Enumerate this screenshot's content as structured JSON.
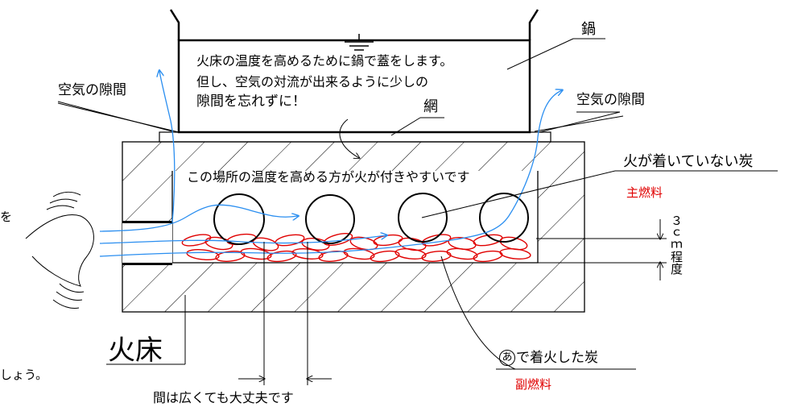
{
  "labels": {
    "pot": "鍋",
    "pot_text_line1": "火床の温度を高めるために鍋で蓋をします。",
    "pot_text_line2": "但し、空気の対流が出来るように少しの",
    "pot_text_line3": "隙間を忘れずに！",
    "air_gap_left": "空気の隙間",
    "air_gap_right": "空気の隙間",
    "net": "網",
    "inside_text": "この場所の温度を高める方が火が付きやすいです",
    "unlit_charcoal": "火が着いていない炭",
    "main_fuel": "主燃料",
    "fire_bed": "火床",
    "ignited_circle": "あ",
    "ignited_charcoal": "で着火した炭",
    "sub_fuel": "副燃料",
    "gap_ok": "間は広くても大丈夫です",
    "height_note": "３ｃｍ程度",
    "left_edge_1": "を",
    "left_edge_2": "しょう。"
  },
  "colors": {
    "red": "#e00000",
    "blue": "#2a8ef0",
    "line": "#000000"
  }
}
